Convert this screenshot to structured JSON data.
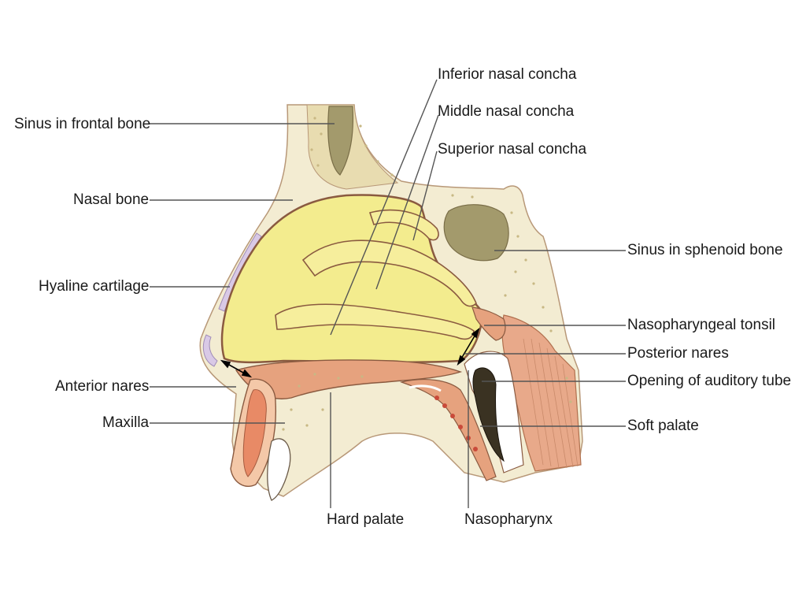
{
  "labels": {
    "sinus_frontal": "Sinus in frontal bone",
    "nasal_bone": "Nasal bone",
    "hyaline_cartilage": "Hyaline cartilage",
    "anterior_nares": "Anterior nares",
    "maxilla": "Maxilla",
    "hard_palate": "Hard palate",
    "nasopharynx": "Nasopharynx",
    "inferior_concha": "Inferior nasal concha",
    "middle_concha": "Middle nasal concha",
    "superior_concha": "Superior nasal concha",
    "sinus_sphenoid": "Sinus in sphenoid bone",
    "nasopharyngeal_tonsil": "Nasopharyngeal tonsil",
    "posterior_nares": "Posterior nares",
    "auditory_tube": "Opening of auditory tube",
    "soft_palate": "Soft palate"
  },
  "colors": {
    "cavity_yellow": "#f3ec8e",
    "bone_cream": "#f3ecd2",
    "mucosa_pink": "#e6a27e",
    "muscle_salmon": "#e8a98a",
    "sinus_brown": "#a39a6c",
    "cartilage_lavender": "#d9c9e6",
    "outline": "#8a5a40"
  }
}
